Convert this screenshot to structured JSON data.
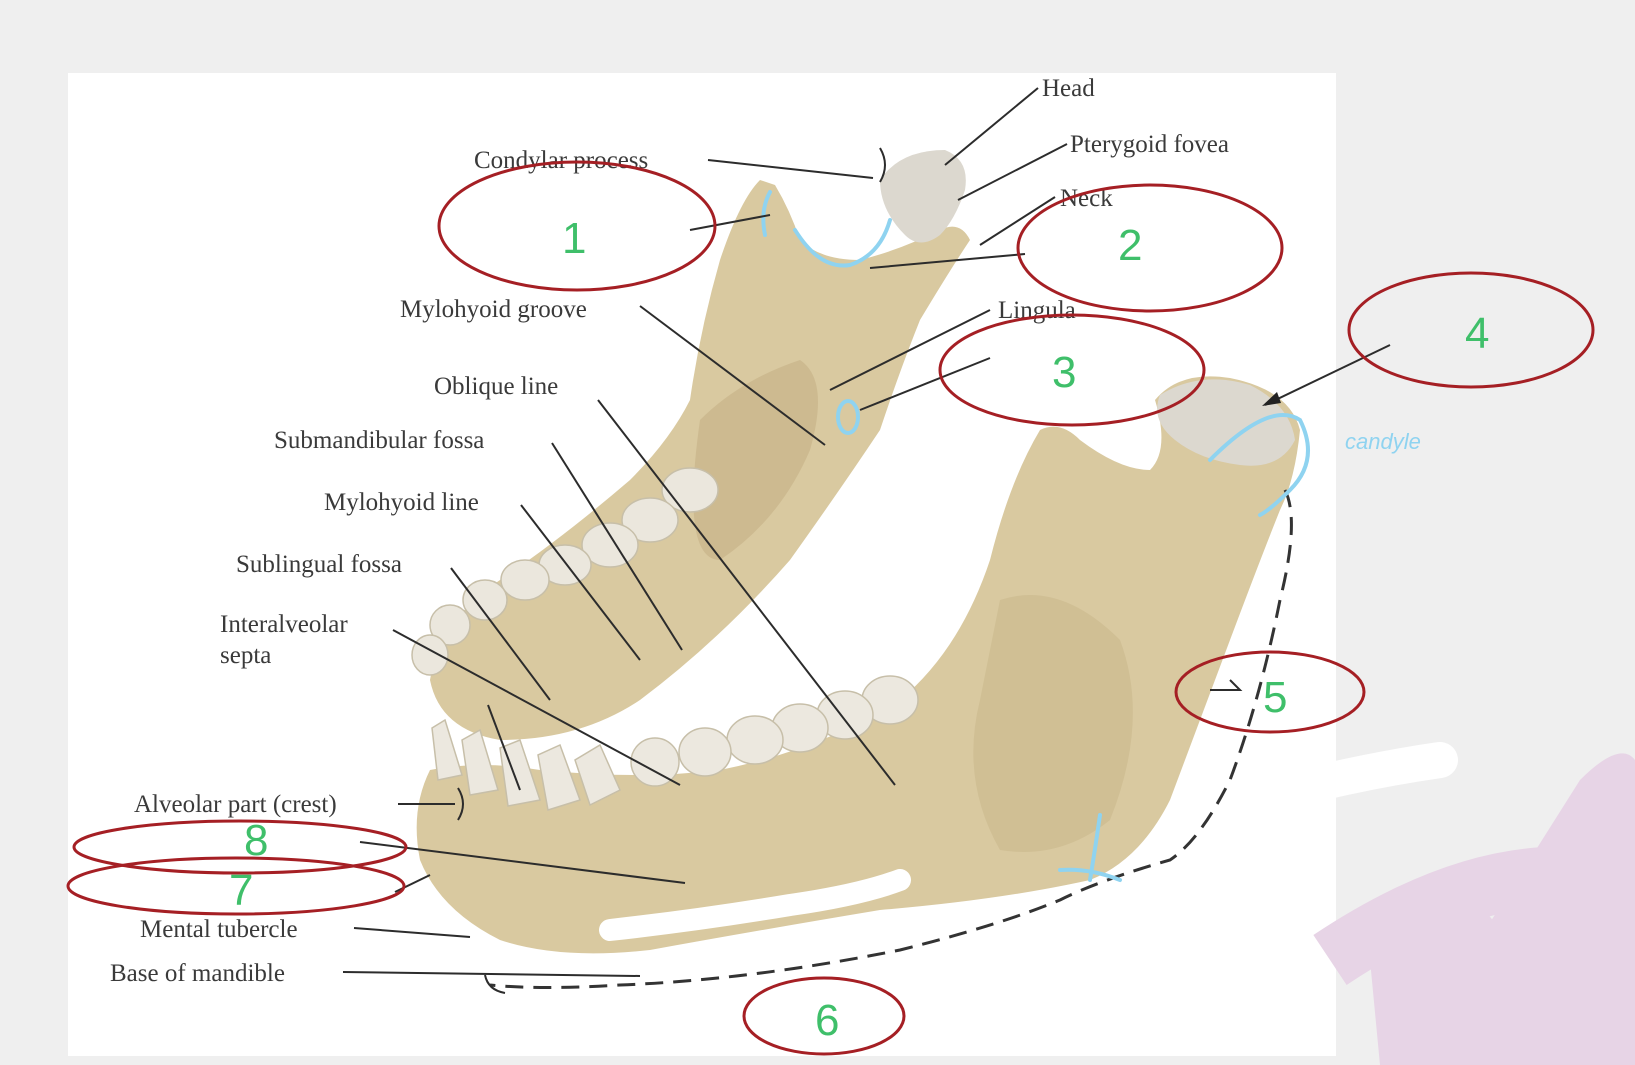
{
  "diagram": {
    "labels": {
      "head": "Head",
      "pterygoid_fovea": "Pterygoid fovea",
      "condylar_process": "Condylar process",
      "neck": "Neck",
      "lingula": "Lingula",
      "mylohyoid_groove": "Mylohyoid groove",
      "oblique_line": "Oblique line",
      "submandibular_fossa": "Submandibular fossa",
      "mylohyoid_line": "Mylohyoid line",
      "sublingual_fossa": "Sublingual fossa",
      "interalveolar_1": "Interalveolar",
      "interalveolar_2": "septa",
      "alveolar_part": "Alveolar part (crest)",
      "mental_tubercle": "Mental tubercle",
      "base_of_mandible": "Base of mandible"
    },
    "numbers": [
      "1",
      "2",
      "3",
      "4",
      "5",
      "6",
      "7",
      "8"
    ],
    "annotations": {
      "candyle": "candyle"
    },
    "colors": {
      "bone": "#d9c9a0",
      "bone_shadow": "#b9a474",
      "ring": "#a51f24",
      "number": "#3fbf6a",
      "highlight": "#8fd3f0",
      "pink_mark": "#e7d4e6"
    }
  }
}
